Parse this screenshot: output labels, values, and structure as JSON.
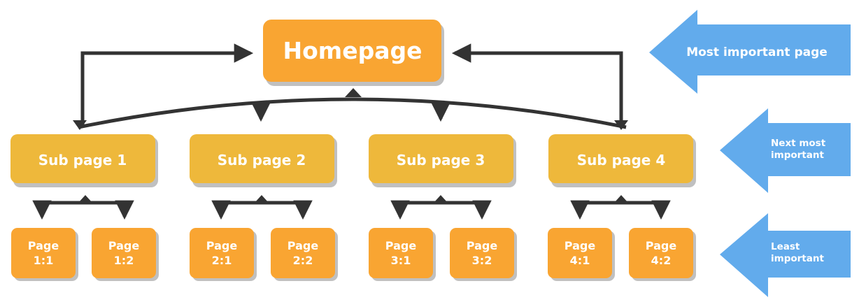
{
  "colors": {
    "homepage": "#f9a532",
    "subpage": "#eeb83b",
    "leaf": "#f9a532",
    "shadow": "#c0c0c0",
    "connector": "#333333",
    "banner": "#62abec",
    "text": "#ffffff"
  },
  "homepage": {
    "label": "Homepage"
  },
  "subpages": [
    {
      "label": "Sub page 1",
      "children": [
        {
          "line1": "Page",
          "line2": "1:1"
        },
        {
          "line1": "Page",
          "line2": "1:2"
        }
      ]
    },
    {
      "label": "Sub page 2",
      "children": [
        {
          "line1": "Page",
          "line2": "2:1"
        },
        {
          "line1": "Page",
          "line2": "2:2"
        }
      ]
    },
    {
      "label": "Sub page 3",
      "children": [
        {
          "line1": "Page",
          "line2": "3:1"
        },
        {
          "line1": "Page",
          "line2": "3:2"
        }
      ]
    },
    {
      "label": "Sub page 4",
      "children": [
        {
          "line1": "Page",
          "line2": "4:1"
        },
        {
          "line1": "Page",
          "line2": "4:2"
        }
      ]
    }
  ],
  "legend": [
    {
      "lines": [
        "Most important page"
      ]
    },
    {
      "lines": [
        "Next most",
        "important"
      ]
    },
    {
      "lines": [
        "Least",
        "important"
      ]
    }
  ]
}
